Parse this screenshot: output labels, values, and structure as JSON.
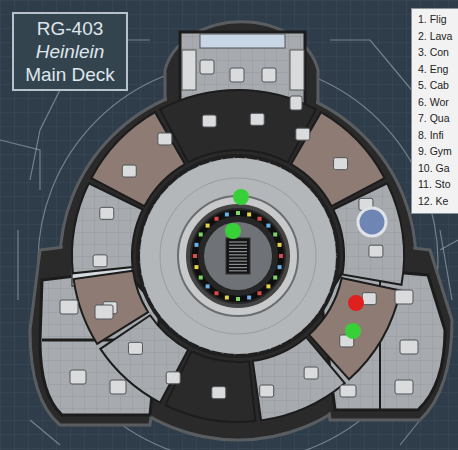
{
  "diagram": {
    "nodes": [
      {
        "text": [
          "RG-403",
          "Heinlein",
          "Main Deck"
        ]
      },
      {
        "text": [
          "1. Flig",
          "2. Lava",
          "3. Con",
          "4. Eng",
          "5. Cab",
          "6. Wor",
          "7. Qua",
          "8. Infi",
          "9. Gym",
          "10. Ga",
          "11. Sto",
          "12. Ke"
        ]
      }
    ]
  }
}
